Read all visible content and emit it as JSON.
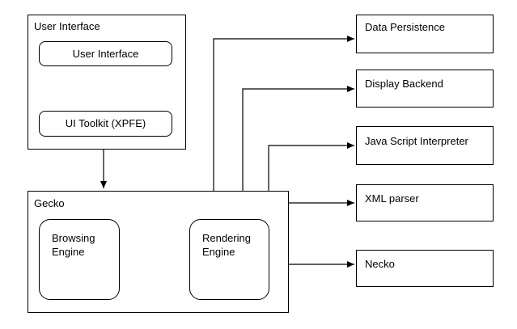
{
  "ui_outer": {
    "title": "User Interface"
  },
  "ui_inner": {
    "label": "User Interface"
  },
  "toolkit": {
    "label": "UI Toolkit (XPFE)"
  },
  "gecko": {
    "title": "Gecko"
  },
  "browsing": {
    "line1": "Browsing",
    "line2": "Engine"
  },
  "rendering": {
    "line1": "Rendering",
    "line2": "Engine"
  },
  "right_boxes": {
    "persistence": "Data Persistence",
    "display": "Display Backend",
    "js": "Java Script Interpreter",
    "xml": "XML parser",
    "necko": "Necko"
  }
}
